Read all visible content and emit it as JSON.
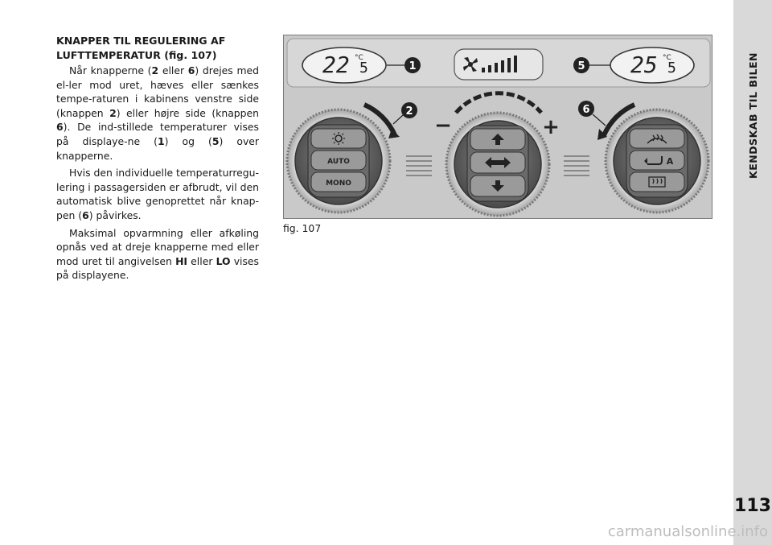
{
  "side": {
    "title": "KENDSKAB TIL BILEN",
    "page": "113"
  },
  "article": {
    "heading_line1": "KNAPPER TIL REGULERING AF",
    "heading_line2": "LUFTTEMPERATUR (fig. 107)",
    "p1": [
      {
        "t": "Når knapperne ("
      },
      {
        "t": "2",
        "b": true
      },
      {
        "t": " eller "
      },
      {
        "t": "6",
        "b": true
      },
      {
        "t": ") drejes med el-ler mod uret, hæves eller sænkes tempe-raturen i kabinens venstre side (knappen "
      },
      {
        "t": "2",
        "b": true
      },
      {
        "t": ") eller højre side (knappen "
      },
      {
        "t": "6",
        "b": true
      },
      {
        "t": "). De ind-stillede temperaturer vises på displaye-ne ("
      },
      {
        "t": "1",
        "b": true
      },
      {
        "t": ") og ("
      },
      {
        "t": "5",
        "b": true
      },
      {
        "t": ") over knapperne."
      }
    ],
    "p2": [
      {
        "t": "Hvis den individuelle temperaturregu-lering i passagersiden er afbrudt, vil den automatisk blive genoprettet når knap-pen ("
      },
      {
        "t": "6",
        "b": true
      },
      {
        "t": ") påvirkes."
      }
    ],
    "p3": [
      {
        "t": "Maksimal opvarmning eller afkøling opnås ved at dreje knapperne med eller mod uret til angivelsen "
      },
      {
        "t": "HI",
        "b": true
      },
      {
        "t": " eller "
      },
      {
        "t": "LO",
        "b": true
      },
      {
        "t": " vises på displayene."
      }
    ]
  },
  "figure": {
    "caption": "fig. 107",
    "left_display": {
      "temp_main": "22",
      "temp_decimal": "5",
      "unit": "°C"
    },
    "right_display": {
      "temp_main": "25",
      "temp_decimal": "5",
      "unit": "°C"
    },
    "callouts": [
      "1",
      "2",
      "5",
      "6"
    ],
    "center_signs": {
      "minus": "−",
      "plus": "+"
    },
    "left_knob": {
      "btn_auto": "AUTO",
      "btn_mono": "MONO"
    },
    "right_knob": {
      "btn_mid_letter": "A"
    },
    "colors": {
      "panel": "#c9c9c9",
      "knob_dark": "#3a3a3a",
      "callout": "#222222"
    }
  },
  "footer": {
    "watermark": "carmanualsonline.info"
  }
}
